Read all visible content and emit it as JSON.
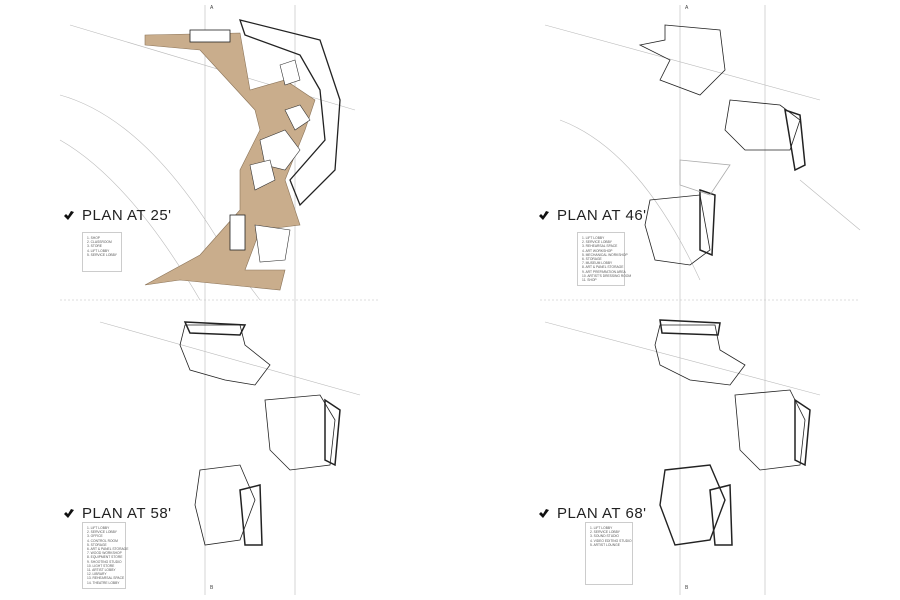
{
  "plans": [
    {
      "title": "PLAN AT 25'",
      "legend": [
        "1. SHOP",
        "2. CLASSROOM",
        "3. STORE",
        "4. LIFT LOBBY",
        "5. SERVICE LOBBY"
      ]
    },
    {
      "title": "PLAN AT 46'",
      "legend": [
        "1. LIFT LOBBY",
        "2. SERVICE LOBBY",
        "3. REHEARSAL SPACE",
        "4. ART WORKSHOP",
        "5. MECHANICAL WORKSHOP",
        "6. STORAGE",
        "7. MUSEUM LOBBY",
        "8. ART & PANEL STORAGE",
        "9. ART PREPARATION AREA",
        "10. ARTIST'S DRESSING ROOM",
        "11. SHOP"
      ]
    },
    {
      "title": "PLAN AT 58'",
      "legend": [
        "1. LIFT LOBBY",
        "2. SERVICE LOBBY",
        "3. OFFICE",
        "4. CONTROL ROOM",
        "5. STORAGE",
        "6. ART & PANEL STORAGE",
        "7. WOOD WORKSHOP",
        "8. EQUIPMENT STORE",
        "9. SHOOTING STUDIO",
        "10. LIGHT STORE",
        "11. ARTIST LOBBY",
        "12. LIBRARY",
        "13. REHEARSAL SPACE",
        "14. THEATRE LOBBY"
      ]
    },
    {
      "title": "PLAN AT 68'",
      "legend": [
        "1. LIFT LOBBY",
        "2. SERVICE LOBBY",
        "3. SOUND STUDIO",
        "4. VIDEO EDITING STUDIO",
        "5. ARTIST LOUNGE"
      ]
    }
  ],
  "section_markers": {
    "a": "A",
    "b": "B"
  },
  "colors": {
    "floor": "#c9ad8c",
    "line": "#333333",
    "grid": "#bbbbbb"
  }
}
